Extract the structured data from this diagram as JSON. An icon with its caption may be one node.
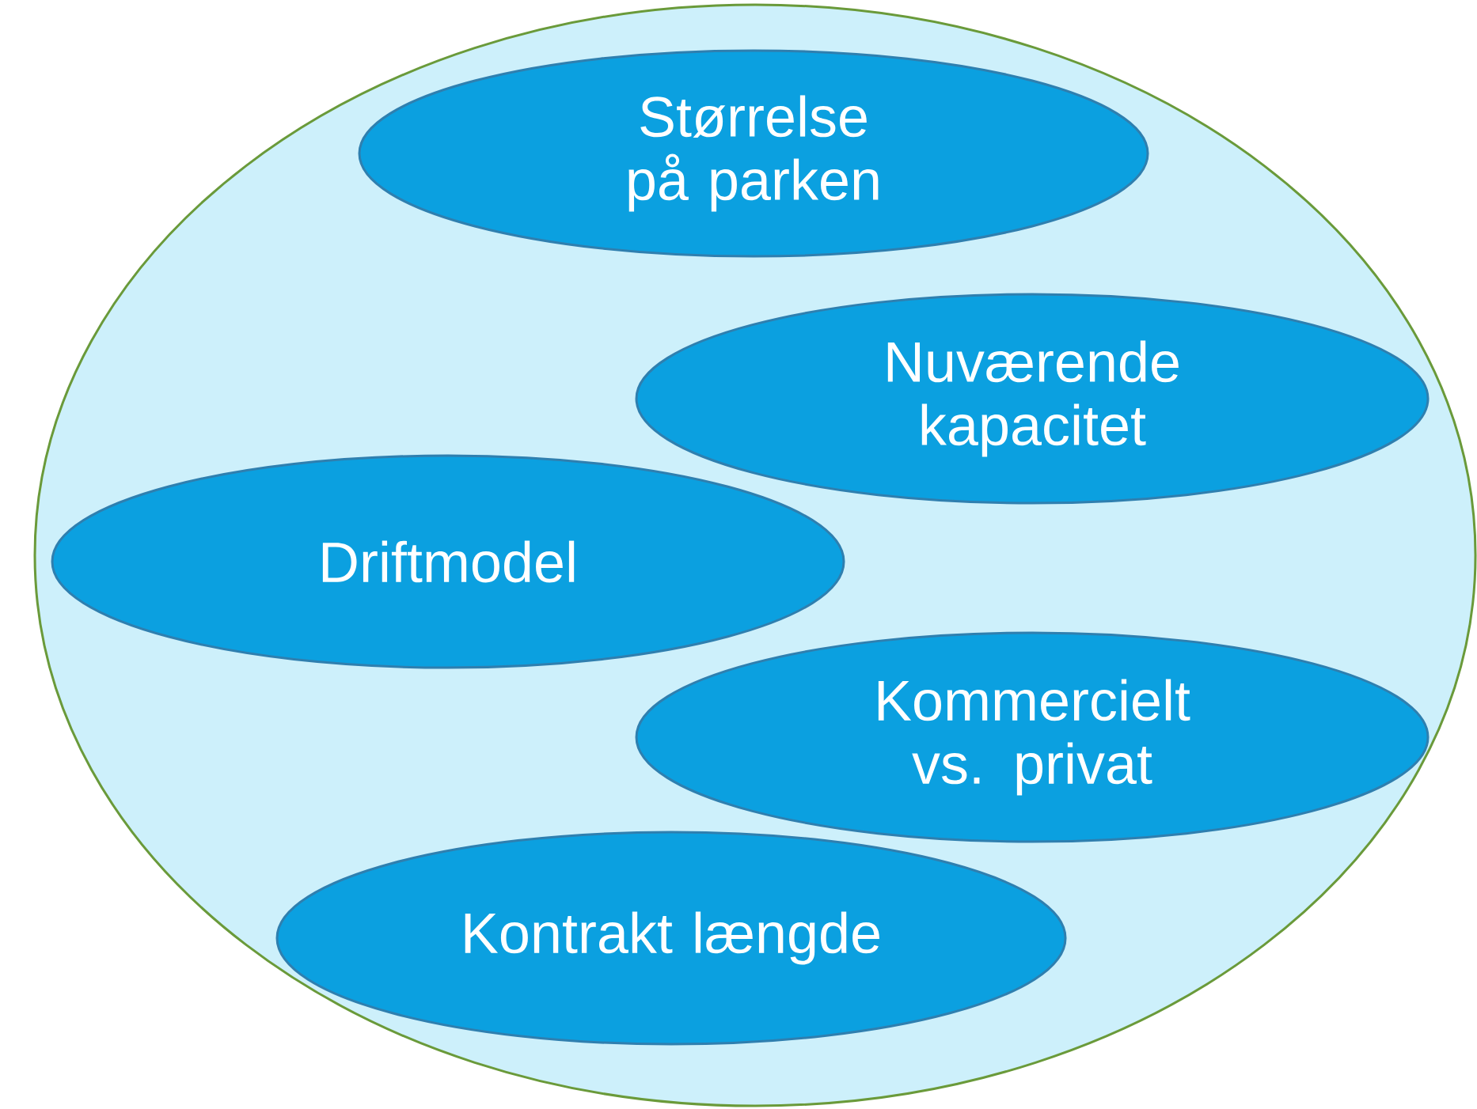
{
  "diagram": {
    "nodes": [
      {
        "text": [],
        "shape": "ellipse"
      },
      {
        "text": [
          "Størrelse på parken"
        ],
        "in": 0
      },
      {
        "text": [
          "Nuværende kapacitet"
        ],
        "in": 0
      },
      {
        "text": [
          "Driftmodel"
        ],
        "in": 0
      },
      {
        "text": [
          "Kommercielt vs. privat"
        ],
        "in": 0
      },
      {
        "text": [
          "Kontrakt længde"
        ],
        "in": 0
      }
    ]
  }
}
